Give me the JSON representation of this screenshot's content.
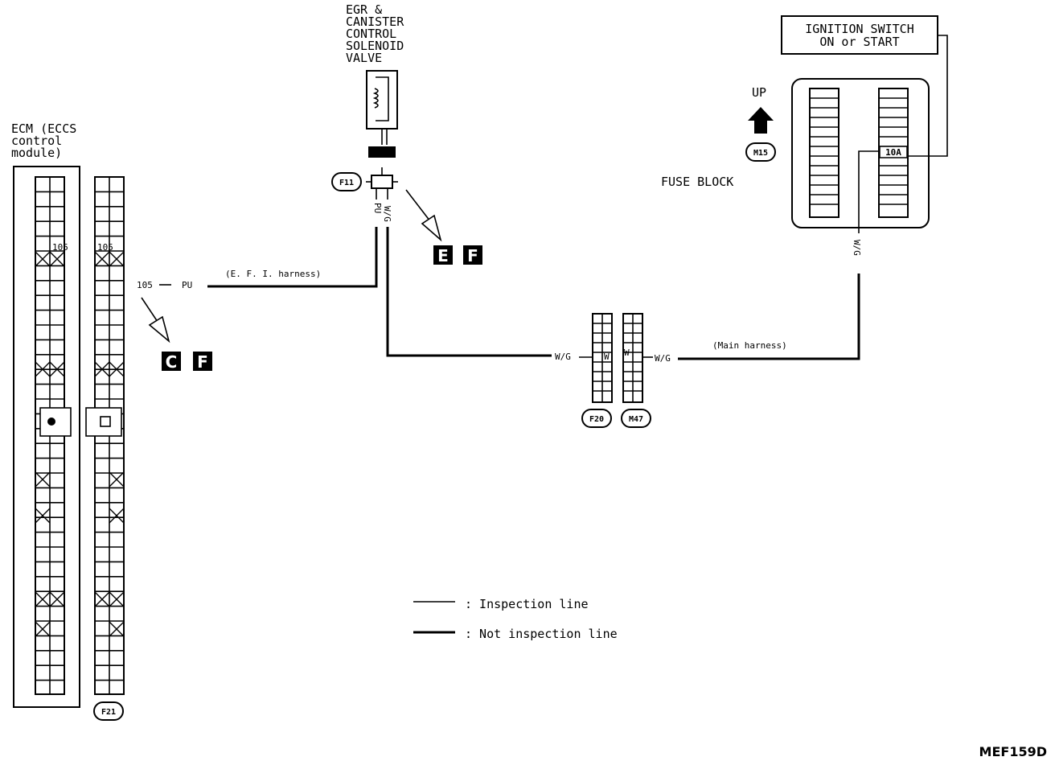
{
  "solenoid": {
    "label": [
      "EGR &",
      "CANISTER",
      "CONTROL",
      "SOLENOID",
      "VALVE"
    ]
  },
  "ignition": {
    "line1": "IGNITION SWITCH",
    "line2": "ON or START"
  },
  "up_label": "UP",
  "fuse_block": {
    "label": "FUSE BLOCK",
    "fuse_rating": "10A"
  },
  "ecm": {
    "label": [
      "ECM (ECCS",
      "control",
      "module)"
    ],
    "pin_left": "105",
    "pin_right": "105"
  },
  "connectors": {
    "f11": "F11",
    "m15": "M15",
    "f20": "F20",
    "m47": "M47",
    "f21": "F21"
  },
  "wires": {
    "ecm_pin": "105",
    "pu": "PU",
    "pu_vertical": "PU",
    "wg_vertical": "W/G",
    "wg_fuse": "W/G",
    "efi_harness": "(E. F. I. harness)",
    "main_harness": "(Main harness)",
    "wg_left": "W/G",
    "wg_right": "W/G",
    "f20_pin": "W",
    "m47_pin": "W"
  },
  "refs": {
    "ecm_ref": [
      "C",
      "F"
    ],
    "solenoid_ref": [
      "E",
      "F"
    ]
  },
  "legend": {
    "inspection": ": Inspection line",
    "not_inspection": ": Not inspection line"
  },
  "code": "MEF159D"
}
